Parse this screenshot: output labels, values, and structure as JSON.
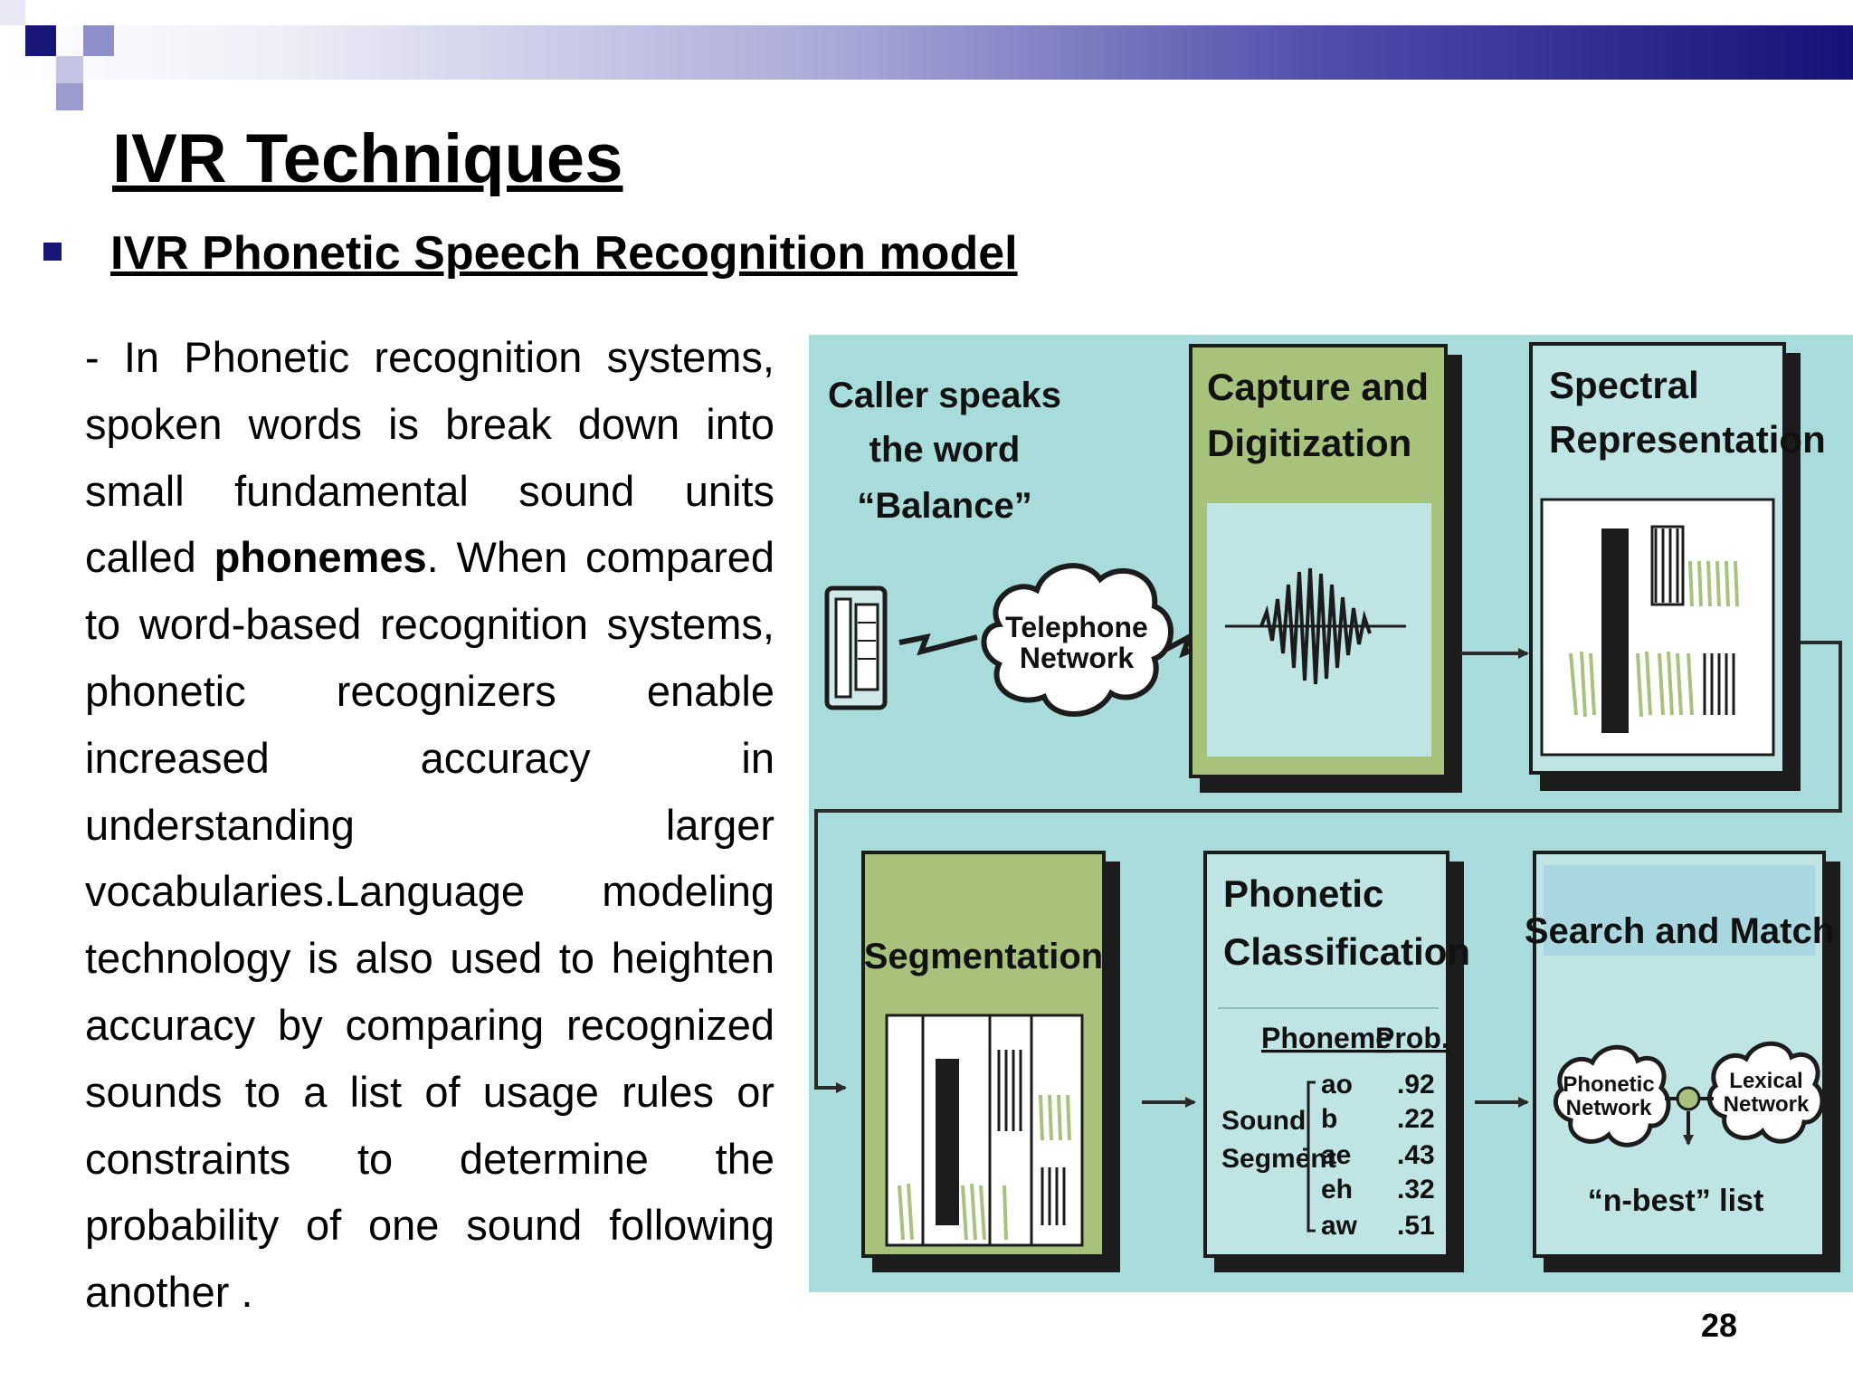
{
  "slide": {
    "title": "IVR Techniques",
    "subtitle": "IVR Phonetic Speech Recognition model",
    "body_before": "- In Phonetic recognition systems, spoken words is break down into small fundamental sound units called ",
    "body_bold": "phonemes",
    "body_after": ". When compared to word-based recognition systems, phonetic recognizers enable increased accuracy in understanding larger vocabularies.Language modeling technology is also used to heighten accuracy by comparing recognized sounds to a list of usage rules or constraints to determine the probability of one sound following another .",
    "page_number": "28"
  },
  "diagram": {
    "caller_line1": "Caller speaks",
    "caller_line2": "the word",
    "caller_line3": "“Balance”",
    "network_line1": "Telephone",
    "network_line2": "Network",
    "capture_line1": "Capture and",
    "capture_line2": "Digitization",
    "spectral_line1": "Spectral",
    "spectral_line2": "Representation",
    "segmentation": "Segmentation",
    "phonetic_line1": "Phonetic",
    "phonetic_line2": "Classification",
    "table_phoneme": "Phoneme",
    "table_prob": "Prob.",
    "sound_line1": "Sound",
    "sound_line2": "Segment",
    "phonemes": [
      {
        "phoneme": "ao",
        "prob": ".92"
      },
      {
        "phoneme": "b",
        "prob": ".22"
      },
      {
        "phoneme": "ae",
        "prob": ".43"
      },
      {
        "phoneme": "eh",
        "prob": ".32"
      },
      {
        "phoneme": "aw",
        "prob": ".51"
      }
    ],
    "search": "Search and Match",
    "phonetic_net_line1": "Phonetic",
    "phonetic_net_line2": "Network",
    "lexical_net_line1": "Lexical",
    "lexical_net_line2": "Network",
    "nbest": "“n-best” list",
    "colors": {
      "background": "#a8dcda",
      "green": "#a7c27a",
      "green_dark": "#93b262",
      "teal_panel": "#bfe4e4",
      "border": "#1c1c1c"
    }
  }
}
